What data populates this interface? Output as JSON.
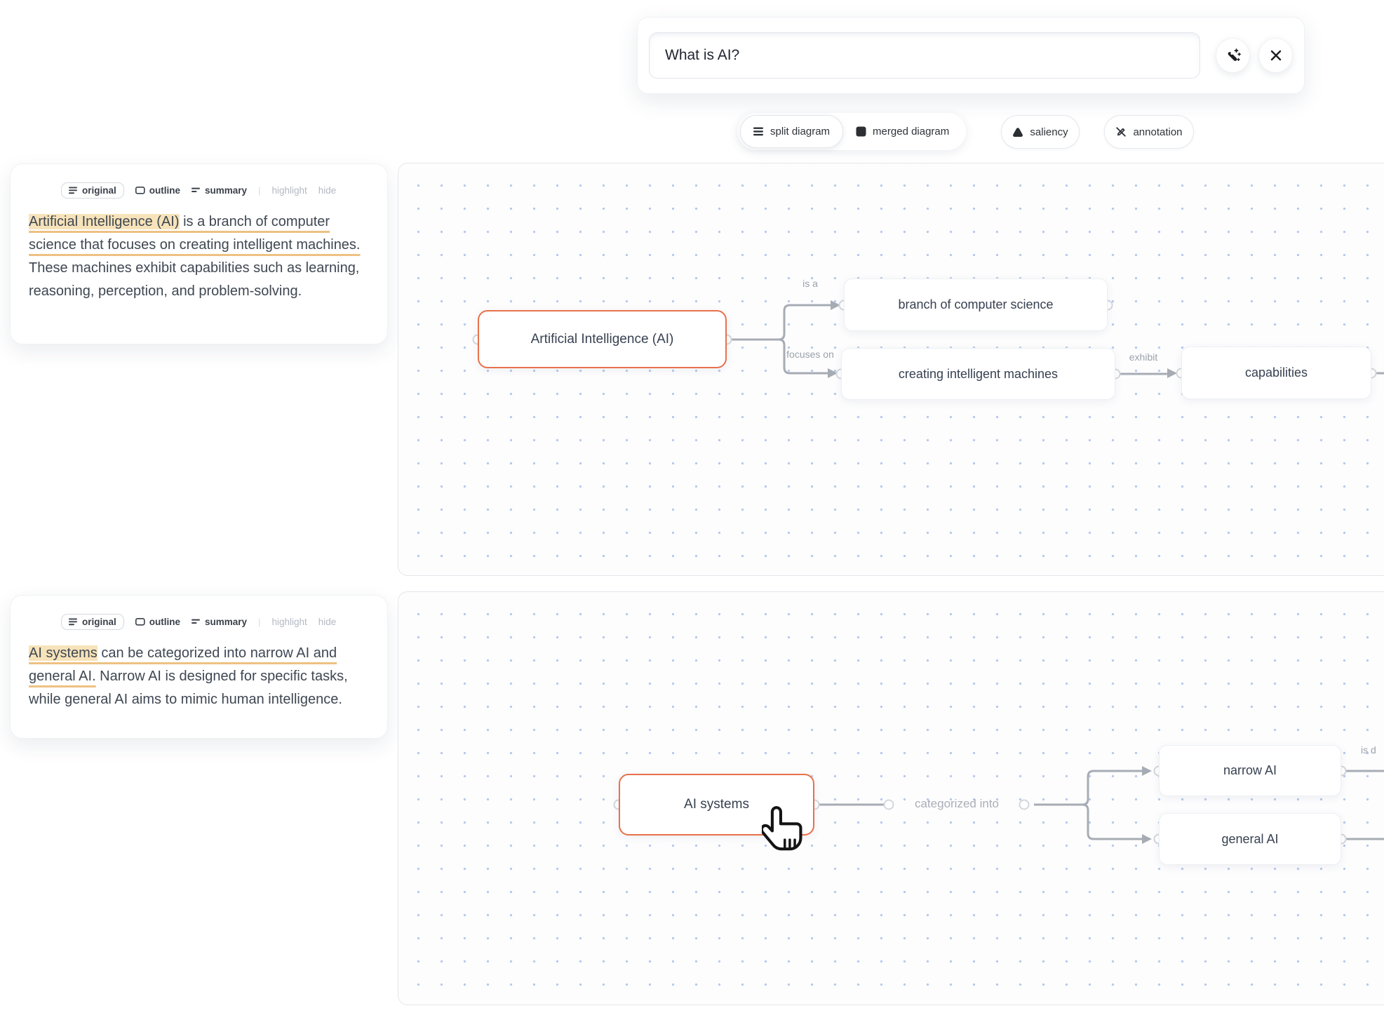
{
  "query_bar": {
    "value": "What is AI?",
    "wand_icon": "magic-wand",
    "close_icon": "close"
  },
  "toolbar": {
    "chips": [
      {
        "label": "split diagram",
        "icon": "list-lines",
        "selected": true
      },
      {
        "label": "merged diagram",
        "icon": "filled-square",
        "selected": false
      },
      {
        "label": "saliency",
        "icon": "filled-triangle",
        "selected": false
      },
      {
        "label": "annotation",
        "icon": "pen-slash",
        "selected": false
      }
    ]
  },
  "panels": [
    {
      "tabs": {
        "original": "original",
        "outline": "outline",
        "summary": "summary",
        "divider": "|",
        "highlight": "highlight",
        "hide": "hide"
      },
      "segments": [
        {
          "text": "Artificial Intelligence (AI)",
          "highlight": true,
          "underline": true
        },
        {
          "text": " is a branch of computer science that focuses on creating intelligent machines.",
          "highlight": false,
          "underline": true
        },
        {
          "text": " These machines exhibit capabilities such as learning, reasoning, perception, and problem-solving.",
          "highlight": false,
          "underline": false
        }
      ]
    },
    {
      "tabs": {
        "original": "original",
        "outline": "outline",
        "summary": "summary",
        "divider": "|",
        "highlight": "highlight",
        "hide": "hide"
      },
      "segments": [
        {
          "text": "AI systems",
          "highlight": true,
          "underline": true
        },
        {
          "text": " can be categorized into narrow AI and general AI.",
          "highlight": false,
          "underline": true
        },
        {
          "text": " Narrow AI is designed for specific tasks, while general AI aims to mimic human intelligence.",
          "highlight": false,
          "underline": false
        }
      ]
    }
  ],
  "diagrams": [
    {
      "nodes": [
        {
          "label": "Artificial Intelligence (AI)",
          "accent": true
        },
        {
          "label": "branch of computer science",
          "accent": false
        },
        {
          "label": "creating intelligent machines",
          "accent": false
        },
        {
          "label": "capabilities",
          "accent": false
        }
      ],
      "edge_labels": {
        "is_a": "is a",
        "focuses_on": "focuses on",
        "exhibit": "exhibit"
      }
    },
    {
      "nodes": [
        {
          "label": "AI systems",
          "accent": true
        },
        {
          "label": "narrow AI",
          "accent": false
        },
        {
          "label": "general AI",
          "accent": false
        }
      ],
      "edge_labels": {
        "categorized_into": "categorized into",
        "cutoff": "is d"
      }
    }
  ],
  "colors": {
    "accent_node_border": "#e8714b",
    "highlight_bg": "#f7e3ba",
    "underline": "#edc183",
    "edge": "#a7acb4",
    "canvas_dot": "#b7c9ee"
  }
}
